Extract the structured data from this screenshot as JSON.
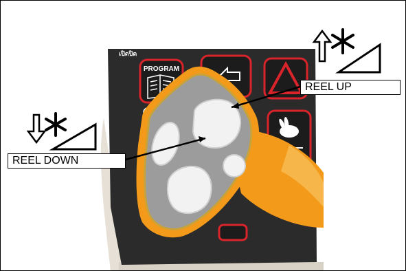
{
  "panel": {
    "program_label": "PROGRAM",
    "corner_label": "เปิดปิด"
  },
  "callouts": {
    "reel_up": "REEL UP",
    "reel_down": "REEL DOWN"
  },
  "symbols": {
    "reel_up": "reel-raise-icon",
    "reel_down": "reel-lower-icon"
  },
  "colors": {
    "panel": "#2b2b2b",
    "handle": "#f39a1a",
    "handle_rim": "#c8a23a",
    "pad": "#9c9c9c",
    "button": "#f2f2f2",
    "warning_red": "#d8242a",
    "bezel": "#e6e0d6"
  }
}
